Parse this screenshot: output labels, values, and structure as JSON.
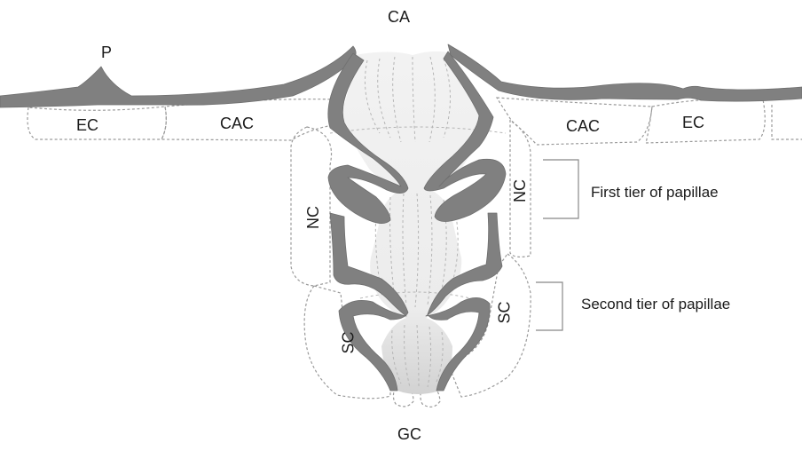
{
  "labels": {
    "p": "P",
    "ca": "CA",
    "gc": "GC",
    "ec_left": "EC",
    "ec_right": "EC",
    "cac_left": "CAC",
    "cac_right": "CAC",
    "nc_left": "NC",
    "nc_right": "NC",
    "sc_left": "SC",
    "sc_right": "SC"
  },
  "tiers": {
    "first": "First tier of papillae",
    "second": "Second tier of papillae"
  }
}
